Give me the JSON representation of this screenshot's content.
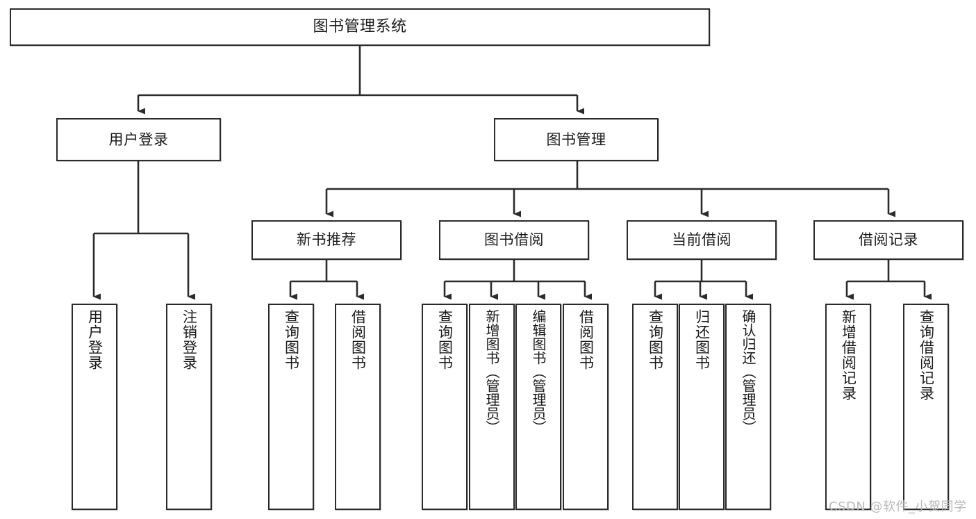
{
  "diagram": {
    "title": "图书管理系统",
    "type": "tree-hierarchy-chart",
    "colors": {
      "stroke": "#2b2b2b",
      "fill": "#ffffff",
      "text": "#1a1a1a",
      "watermark": "#b9b9b9"
    },
    "nodes": {
      "root": {
        "label": "图书管理系统"
      },
      "level2": [
        {
          "label": "用户登录"
        },
        {
          "label": "图书管理"
        }
      ],
      "level3": [
        {
          "label": "新书推荐"
        },
        {
          "label": "图书借阅"
        },
        {
          "label": "当前借阅"
        },
        {
          "label": "借阅记录"
        }
      ],
      "leaves_user_login": [
        {
          "label": "用户登录"
        },
        {
          "label": "注销登录"
        }
      ],
      "leaves_new_books": [
        {
          "label": "查询图书"
        },
        {
          "label": "借阅图书"
        }
      ],
      "leaves_book_borrow": [
        {
          "label": "查询图书"
        },
        {
          "label": "新增图书（管理员）"
        },
        {
          "label": "编辑图书（管理员）"
        },
        {
          "label": "借阅图书"
        }
      ],
      "leaves_current_borrow": [
        {
          "label": "查询图书"
        },
        {
          "label": "归还图书"
        },
        {
          "label": "确认归还（管理员）"
        }
      ],
      "leaves_borrow_record": [
        {
          "label": "新增借阅记录"
        },
        {
          "label": "查询借阅记录"
        }
      ]
    },
    "watermark": "CSDN @软件_小贺同学"
  }
}
